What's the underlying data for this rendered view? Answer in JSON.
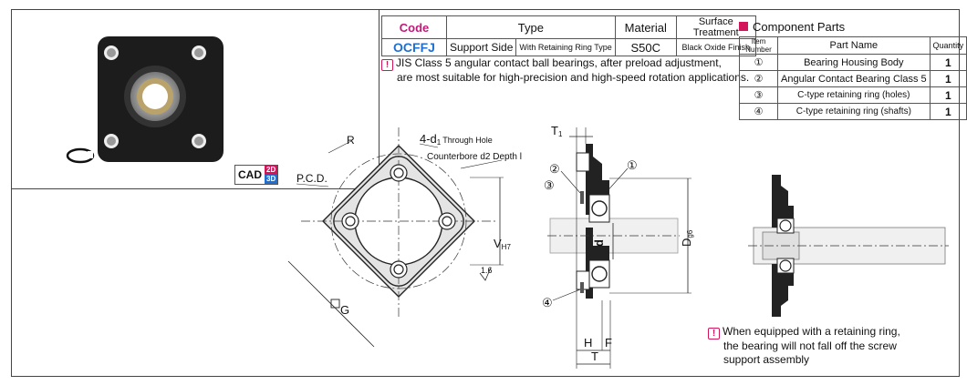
{
  "spec_table": {
    "headers": {
      "code": "Code",
      "type": "Type",
      "material": "Material",
      "surface": "Surface Treatment"
    },
    "row": {
      "code": "OCFFJ",
      "type_main": "Support Side",
      "type_sub": "With Retaining Ring Type",
      "material": "S50C",
      "surface": "Black Oxide Finish"
    }
  },
  "notes": {
    "bearing_note_line1": "JIS Class 5 angular contact ball bearings, after preload adjustment,",
    "bearing_note_line2": "are most suitable for high-precision and high-speed rotation applications.",
    "ring_note_line1": "When equipped with a retaining ring,",
    "ring_note_line2": "the bearing will not fall off the screw",
    "ring_note_line3": "support assembly"
  },
  "component_parts": {
    "title": "Component Parts",
    "headers": {
      "item": "Item Number",
      "name": "Part Name",
      "qty": "Quantity"
    },
    "rows": [
      {
        "item": "①",
        "name": "Bearing Housing Body",
        "qty": "1"
      },
      {
        "item": "②",
        "name": "Angular Contact Bearing Class 5",
        "qty": "1"
      },
      {
        "item": "③",
        "name": "C-type retaining ring (holes)",
        "qty": "1"
      },
      {
        "item": "④",
        "name": "C-type retaining ring (shafts)",
        "qty": "1"
      }
    ]
  },
  "cad_badge": {
    "label": "CAD",
    "d2": "2D",
    "d3": "3D"
  },
  "front_view": {
    "R": "R",
    "holes": "4-d",
    "holes_sub": "1",
    "holes_text": "Through Hole",
    "counterbore": "Counterbore d2 Depth l",
    "pcd": "P.C.D.",
    "V": "V",
    "V_sub": "H7",
    "roughness": "1.6",
    "G": "G"
  },
  "section_view": {
    "T1": "T",
    "T1_sub": "1",
    "c1": "①",
    "c2": "②",
    "c3": "③",
    "c4": "④",
    "d": "d",
    "D": "D",
    "D_sub": "g6",
    "H": "H",
    "F": "F",
    "T": "T"
  },
  "colors": {
    "accent_magenta": "#d4145a",
    "code_blue": "#1e6fd1",
    "part_dark": "#222222"
  }
}
